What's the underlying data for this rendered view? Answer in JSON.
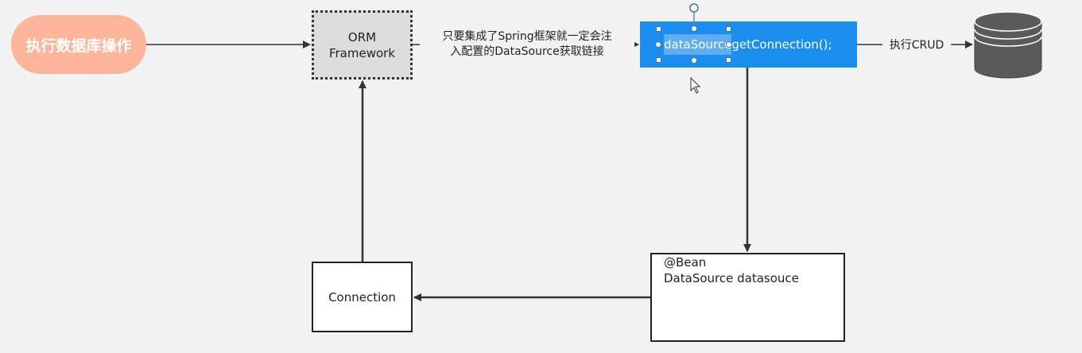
{
  "nodes": {
    "start": {
      "label": "执行数据库操作"
    },
    "orm": {
      "line1": "ORM",
      "line2": "Framework"
    },
    "call": {
      "prefix": "dataSource",
      "suffix": "getConnection();"
    },
    "connection": {
      "label": "Connection"
    },
    "bean": {
      "line1": "@Bean",
      "line2": "DataSource datasouce"
    }
  },
  "edges": {
    "inject_label_line1": "只要集成了Spring框架就一定会注",
    "inject_label_line2": "入配置的DataSource获取链接",
    "crud_label": "执行CRUD"
  },
  "colors": {
    "start_fill": "#fdb59a",
    "call_fill": "#1b8ef0",
    "orm_fill": "#dcdcdc",
    "database_fill": "#5a5a5a"
  }
}
